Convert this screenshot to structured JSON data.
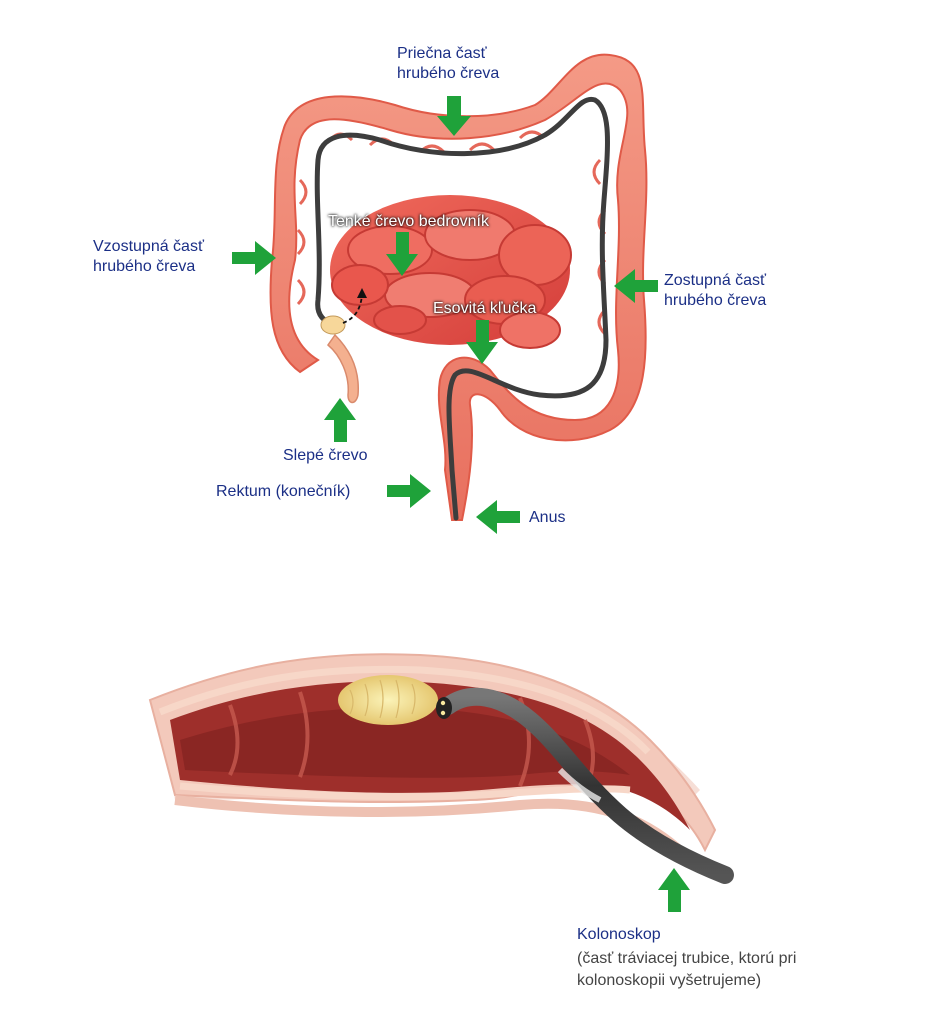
{
  "labels": {
    "transverse": [
      "Priečna časť",
      "hrubého čreva"
    ],
    "ascending": [
      "Vzostupná časť",
      "hrubého čreva"
    ],
    "descending": [
      "Zostupná časť",
      "hrubého čreva"
    ],
    "small_intestine": "Tenké črevo bedrovník",
    "sigmoid": "Esovitá kľučka",
    "cecum": "Slepé črevo",
    "rectum": "Rektum (konečník)",
    "anus": "Anus",
    "colonoscope_title": "Kolonoskop",
    "colonoscope_desc": [
      "(časť tráviacej trubice, ktorú pri",
      "kolonoskopii vyšetrujeme)"
    ]
  },
  "colors": {
    "arrow": "#1fa23a",
    "label_text": "#1b2f86",
    "colon": "#f08070",
    "colon_dark": "#d9584a",
    "scope": "#4a4a4a"
  },
  "icons": [
    "arrow-down-icon",
    "arrow-right-icon",
    "arrow-left-icon",
    "arrow-up-icon"
  ]
}
